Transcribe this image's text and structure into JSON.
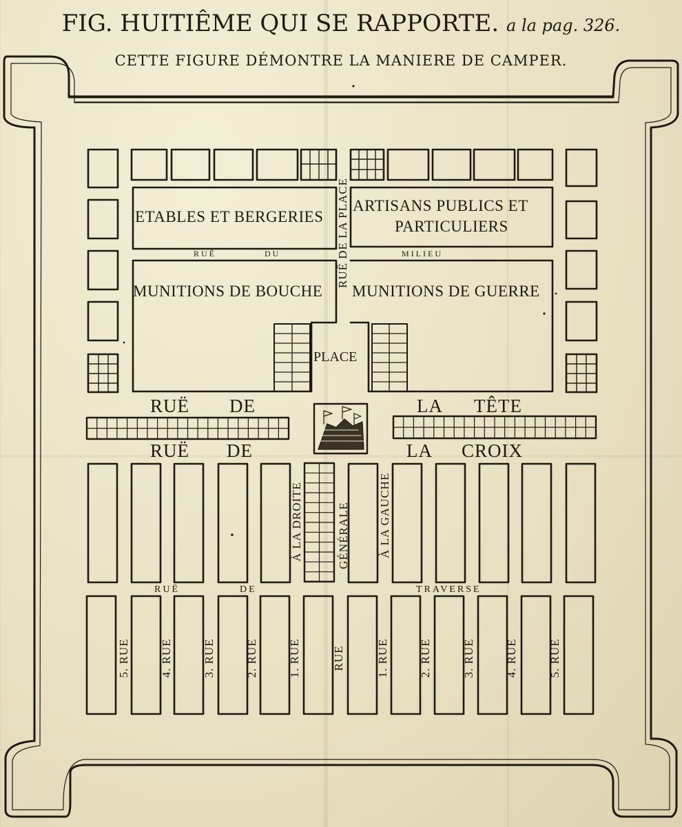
{
  "title": {
    "main": "FIG. HUITIÊME QUI SE RAPPORTE.",
    "page_ref": "a la pag. 326."
  },
  "subtitle": "CETTE FIGURE DÉMONTRE LA MANIERE DE CAMPER.",
  "labels": {
    "stables": "ETABLES ET BERGERIES",
    "artisans_line1": "ARTISANS PUBLICS ET",
    "artisans_line2": "PARTICULIERS",
    "rue_milieu_1": "RUË",
    "rue_milieu_2": "DU",
    "rue_milieu_3": "MILIEU",
    "munitions_bouche": "MUNITIONS DE BOUCHE",
    "munitions_guerre": "MUNITIONS DE GUERRE",
    "rue_de_la_place": "RUË DE LA PLACE",
    "place": "PLACE",
    "rue_tete_1": "RUË",
    "rue_tete_2": "DE",
    "rue_tete_3": "LA",
    "rue_tete_4": "TÊTE",
    "rue_croix_1": "RUË",
    "rue_croix_2": "DE",
    "rue_croix_3": "LA",
    "rue_croix_4": "CROIX",
    "a_la_droite": "À LA DROITE",
    "generale": "GÉNÉRALE",
    "a_la_gauche": "À LA GAUCHE",
    "rue_traverse_1": "RUË",
    "rue_traverse_2": "DE",
    "rue_traverse_3": "TRAVERSE"
  },
  "streets": [
    "5. RUE",
    "4. RUE",
    "3. RUE",
    "2. RUE",
    "1. RUE",
    "RUE",
    "1. RUE",
    "2. RUE",
    "3. RUE",
    "4. RUE",
    "5. RUE"
  ],
  "colors": {
    "ink": "#1e1a12",
    "paper": "#ece5cb"
  }
}
